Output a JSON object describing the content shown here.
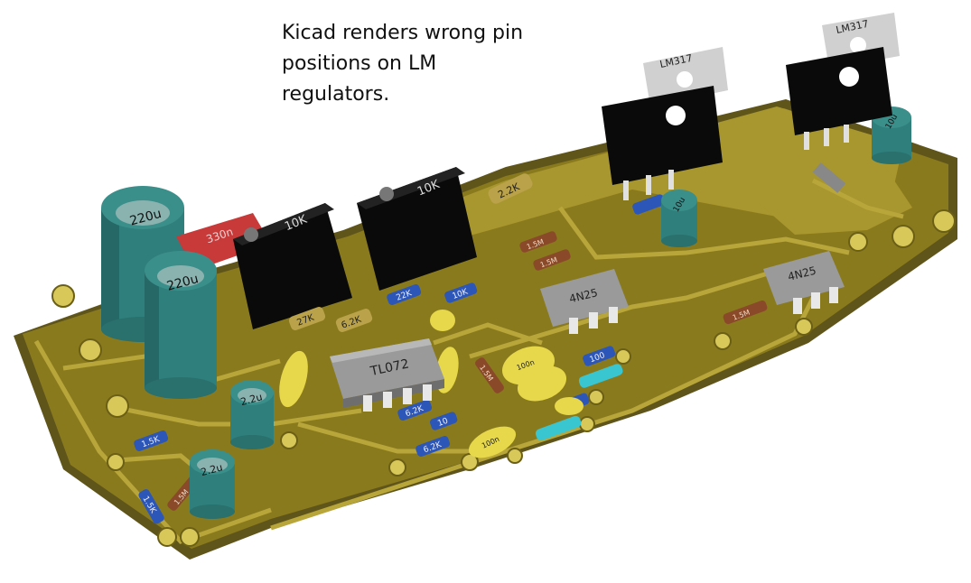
{
  "caption": {
    "line1": "Kicad renders wrong pin",
    "line2": "positions on LM",
    "line3": "regulators."
  },
  "components": {
    "cap_big_1": "220u",
    "cap_big_2": "220u",
    "cap_small_1": "2.2u",
    "cap_small_2": "2.2u",
    "cap_right_top": "10u",
    "cap_mid": "10u",
    "film_cap": "330n",
    "pot_1": "10K",
    "pot_2": "10K",
    "res_top": "2.2K",
    "res_ic_left": "27K",
    "res_ic_mid": "6.2K",
    "res_blue_1": "22K",
    "res_blue_2": "10K",
    "res_blue_3": "6.2K",
    "res_blue_4": "10",
    "res_blue_5": "6.2K",
    "res_blue_6": "1.5K",
    "res_blue_7": "1.5K",
    "res_blue_8": "100",
    "res_blue_9": "100",
    "res_brown_1": "1.5M",
    "res_brown_2": "1.5M",
    "res_brown_3": "1.5M",
    "res_brown_4": "1.5M",
    "res_brown_5": "1.5M",
    "opamp": "TL072",
    "opto_1": "4N25",
    "opto_2": "4N25",
    "regulator_1": "LM317",
    "regulator_2": "LM317",
    "ceramic_1": "100n",
    "ceramic_2": "100n"
  },
  "colors": {
    "board": "#8a7a1e",
    "board_light": "#a8962e",
    "track": "#b8a63a",
    "copper_pad": "#d8c85a",
    "cap_teal": "#2f7f7c",
    "black_part": "#0a0a0a"
  }
}
